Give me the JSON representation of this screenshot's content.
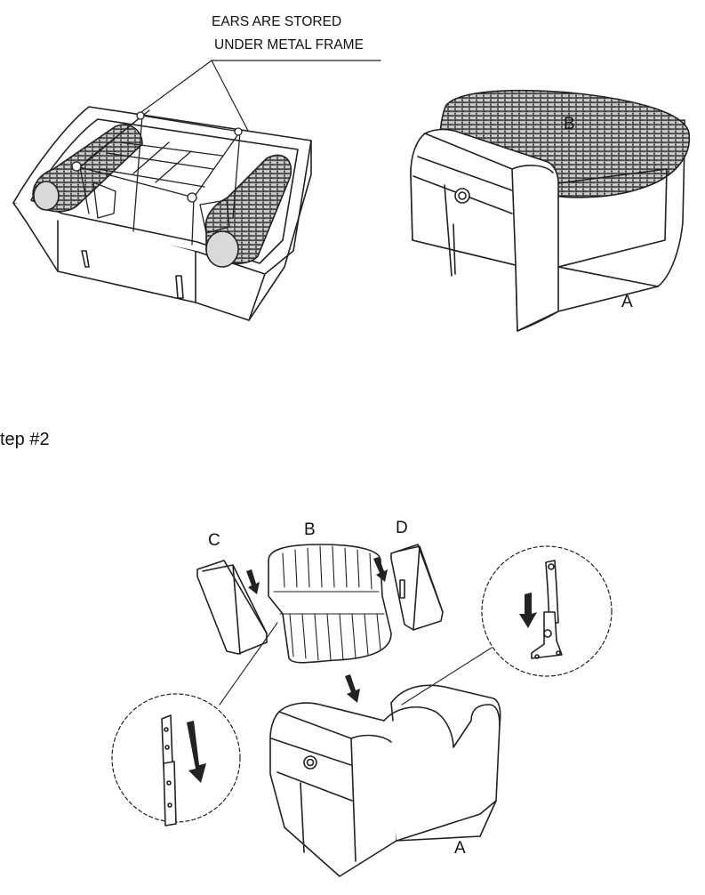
{
  "figure_top": {
    "note_line1": "EARS ARE STORED",
    "note_line2": "UNDER METAL FRAME",
    "label_seat": "B",
    "label_base": "A"
  },
  "step_heading": "tep #2",
  "figure_bottom": {
    "label_left_ear": "C",
    "label_back": "B",
    "label_right_ear": "D",
    "label_base": "A"
  }
}
